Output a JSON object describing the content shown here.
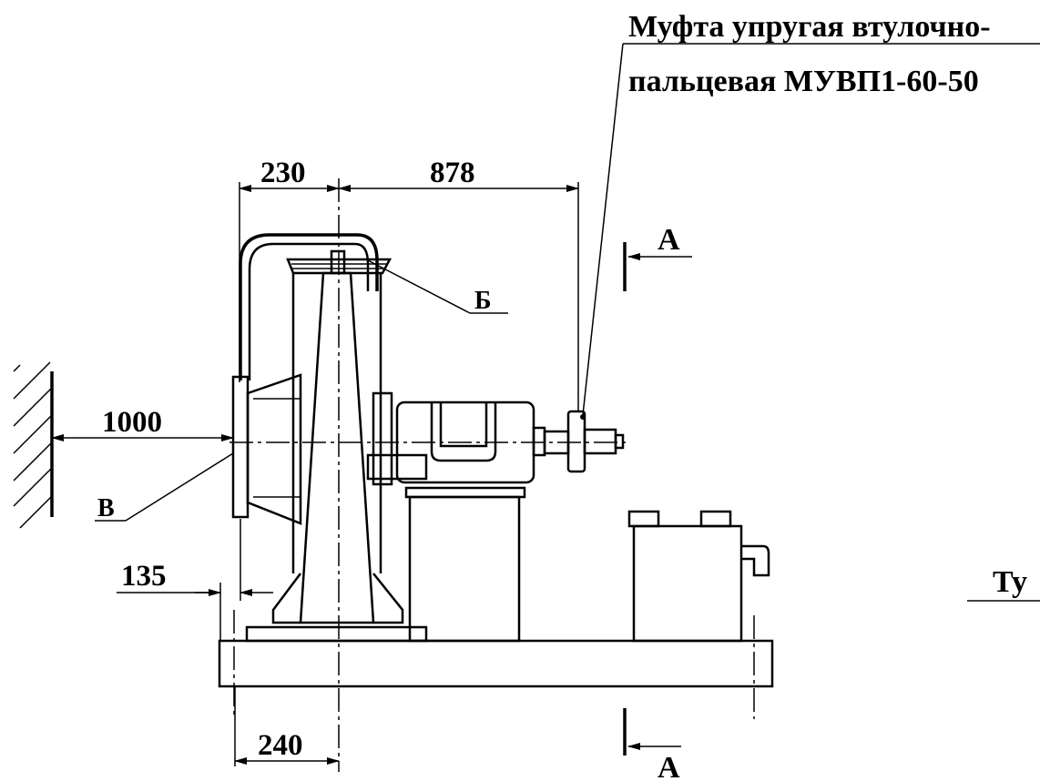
{
  "callouts": {
    "coupling_line1": "Муфта упругая втулочно-",
    "coupling_line2": "пальцевая МУВП1-60-50",
    "label_b": "Б",
    "label_v": "В",
    "section_top": "А",
    "section_bottom": "А",
    "cut_text": "Ту"
  },
  "dimensions": {
    "d230": "230",
    "d878": "878",
    "d1000": "1000",
    "d135": "135",
    "d240": "240"
  }
}
